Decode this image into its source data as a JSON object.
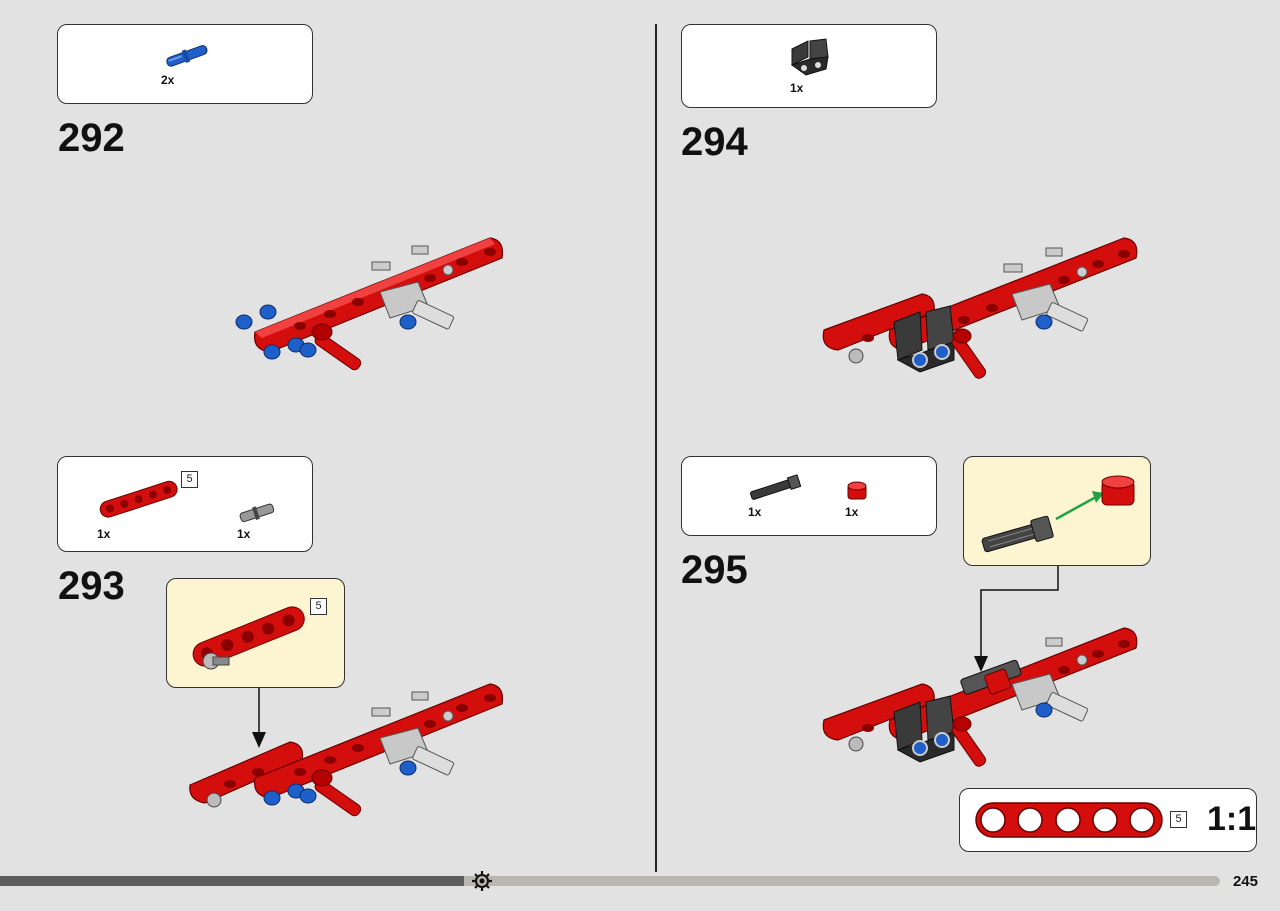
{
  "page": {
    "number": "245"
  },
  "colors": {
    "technic_red": "#d40d0d",
    "technic_blue": "#1f5fc9",
    "light_grey": "#b8b8b8",
    "dark_grey": "#3a3a3a",
    "callout_bg": "#fdf5d2",
    "progress_dark": "#5d5e5d",
    "progress_light": "#bab6b0"
  },
  "steps": [
    {
      "number": "292",
      "parts": [
        {
          "icon": "blue-axle-pin-icon",
          "qty": "2x"
        }
      ]
    },
    {
      "number": "293",
      "parts": [
        {
          "icon": "red-beam-5-icon",
          "qty": "1x",
          "length": "5"
        },
        {
          "icon": "grey-pin-icon",
          "qty": "1x"
        }
      ],
      "callout": {
        "length": "5"
      }
    },
    {
      "number": "294",
      "parts": [
        {
          "icon": "black-connector-icon",
          "qty": "1x"
        }
      ]
    },
    {
      "number": "295",
      "parts": [
        {
          "icon": "black-axle-icon",
          "qty": "1x"
        },
        {
          "icon": "red-bush-icon",
          "qty": "1x"
        }
      ]
    }
  ],
  "scale_reference": {
    "length": "5",
    "ratio": "1:1"
  },
  "progress": {
    "fraction": 0.38
  }
}
